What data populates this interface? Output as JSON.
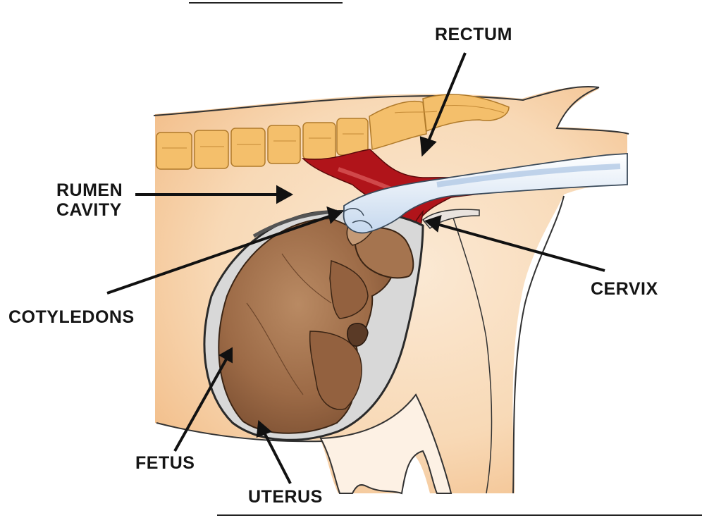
{
  "diagram": {
    "labels": {
      "rectum": "RECTUM",
      "rumen_line1": "RUMEN",
      "rumen_line2": "CAVITY",
      "cervix": "CERVIX",
      "cotyledons": "COTYLEDONS",
      "fetus": "FETUS",
      "uterus": "UTERUS"
    },
    "colors": {
      "body_fill": "#f6cfa5",
      "body_light": "#fbe9d4",
      "vertebrae": "#f4bf6b",
      "tissue_red": "#b0141a",
      "fetus_brown": "#9c6a46",
      "arm_blue": "#dde9f6",
      "outline": "#222222"
    }
  }
}
